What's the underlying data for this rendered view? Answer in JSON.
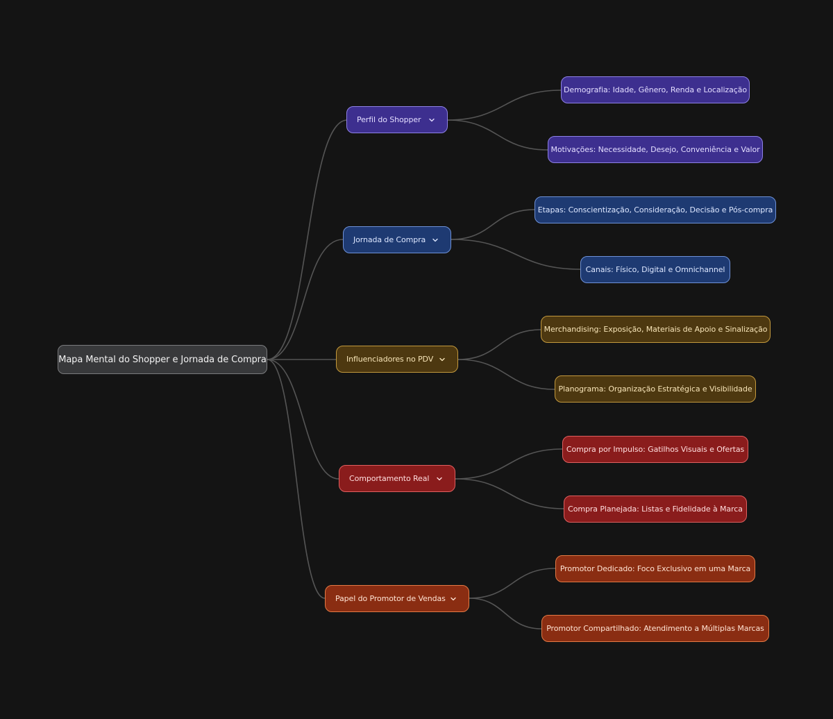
{
  "root": {
    "label": "Mapa Mental do Shopper e Jornada de Compra"
  },
  "branches": [
    {
      "label": "Perfil do Shopper",
      "color": "#3d2f8f",
      "children": [
        "Demografia: Idade, Gênero, Renda e Localização",
        "Motivações: Necessidade, Desejo, Conveniência e Valor"
      ]
    },
    {
      "label": "Jornada de Compra",
      "color": "#1e3a72",
      "children": [
        "Etapas: Conscientização, Consideração, Decisão e Pós-compra",
        "Canais: Físico, Digital e Omnichannel"
      ]
    },
    {
      "label": "Influenciadores no PDV",
      "color": "#4d3810",
      "children": [
        "Merchandising: Exposição, Materiais de Apoio e Sinalização",
        "Planograma: Organização Estratégica e Visibilidade"
      ]
    },
    {
      "label": "Comportamento Real",
      "color": "#8a1c1c",
      "children": [
        "Compra por Impulso: Gatilhos Visuais e Ofertas",
        "Compra Planejada: Listas e Fidelidade à Marca"
      ]
    },
    {
      "label": "Papel do Promotor de Vendas",
      "color": "#8a2d12",
      "children": [
        "Promotor Dedicado: Foco Exclusivo em uma Marca",
        "Promotor Compartilhado: Atendimento a Múltiplas Marcas"
      ]
    }
  ]
}
